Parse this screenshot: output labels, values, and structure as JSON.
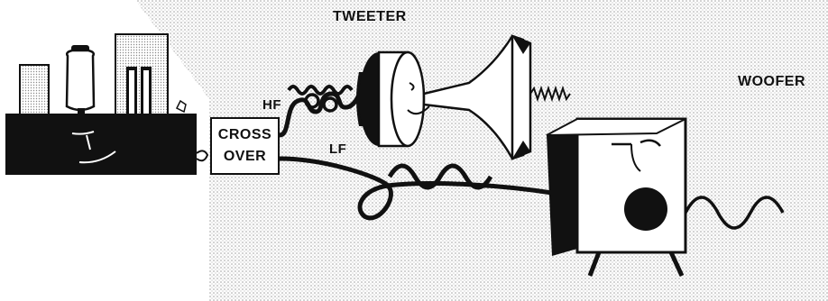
{
  "diagram": {
    "labels": {
      "tweeter": "TWEETER",
      "woofer": "WOOFER",
      "hf": "HF",
      "lf": "LF",
      "crossover_line1": "CROSS",
      "crossover_line2": "OVER"
    },
    "colors": {
      "ink": "#111111",
      "paper": "#ffffff",
      "dot_pattern": "#9a9a9a"
    },
    "icons": [
      "amplifier-icon",
      "tweeter-horn-icon",
      "woofer-box-icon",
      "cable-icon",
      "high-frequency-wave-icon",
      "low-frequency-wave-icon"
    ]
  }
}
